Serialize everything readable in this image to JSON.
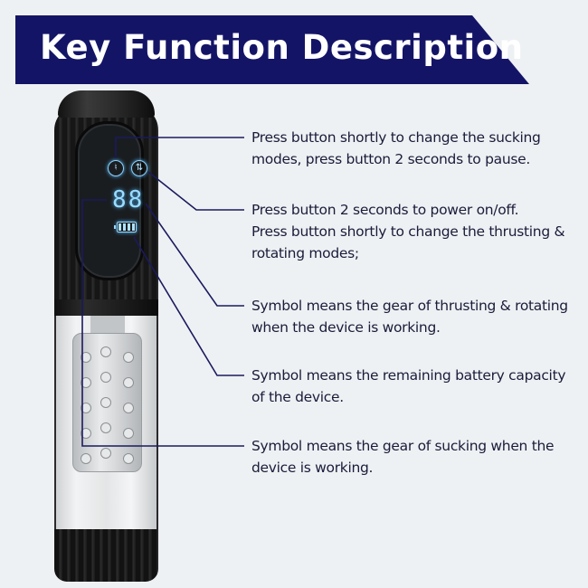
{
  "header": {
    "title": "Key Function Description",
    "banner_color": "#141467",
    "text_color": "#ffffff"
  },
  "device": {
    "display_digits": "88",
    "icons": [
      "suction-bell-icon",
      "thrust-rotate-arrows-icon",
      "battery-icon"
    ],
    "battery_bars": 4,
    "display_color": "#9bdcff"
  },
  "descriptions": [
    {
      "lines": [
        "Press button shortly to change the sucking",
        "modes, press button 2 seconds to pause."
      ]
    },
    {
      "lines": [
        "Press button 2 seconds to power on/off.",
        "Press button shortly to change the thrusting &",
        "rotating modes;"
      ]
    },
    {
      "lines": [
        "Symbol means the gear of thrusting & rotating",
        "when the device is working."
      ]
    },
    {
      "lines": [
        "Symbol means the remaining battery capacity",
        "of the device."
      ]
    },
    {
      "lines": [
        "Symbol means the gear of sucking when the",
        "device is working."
      ]
    }
  ],
  "colors": {
    "background": "#eef1f3",
    "text": "#1a1c3a",
    "connector_line": "#1a1a5e"
  }
}
